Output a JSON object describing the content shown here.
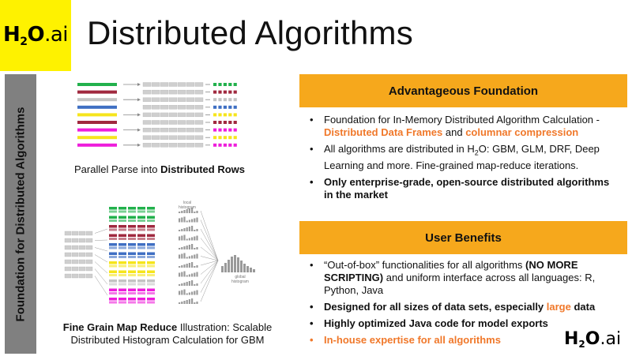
{
  "logo": {
    "h": "H",
    "sub": "2",
    "o": "O",
    "ai": ".ai"
  },
  "title": "Distributed Algorithms",
  "side_label": "Foundation for Distributed Algorithms",
  "parse_caption": {
    "plain": "Parallel Parse into ",
    "bold": "Distributed Rows"
  },
  "mapreduce": {
    "label_local": "local histogram",
    "label_global": "global histogram",
    "caption_bold": "Fine Grain Map Reduce",
    "caption_rest1": " Illustration: Scalable",
    "caption_line2": "Distributed Histogram Calculation for GBM"
  },
  "colors": {
    "green": "#22b14c",
    "maroon": "#a0293f",
    "gray": "#c3c3c3",
    "blue": "#3f6fc3",
    "yellow": "#f6e51c",
    "magenta": "#ee1ddb",
    "accent": "#f6a81c",
    "orange_text": "#f0782a"
  },
  "advantageous": {
    "header": "Advantageous Foundation",
    "b1_a": "Foundation for In-Memory Distributed Algorithm Calculation - ",
    "b1_o1": "Distributed Data Frames",
    "b1_b": " and ",
    "b1_o2": "columnar compression",
    "b2_a": "All algorithms are distributed in H",
    "b2_sub": "2",
    "b2_b": "O: GBM, GLM, DRF, Deep Learning and more.  Fine-grained map-reduce iterations.",
    "b3": "Only enterprise-grade, open-source distributed algorithms in the market"
  },
  "benefits": {
    "header": "User Benefits",
    "b1_a": "“Out-of-box” functionalities for all algorithms ",
    "b1_bold": "(NO MORE SCRIPTING)",
    "b1_b": " and uniform interface across all languages: R, Python, Java",
    "b2_a": "Designed for all sizes of data sets, especially ",
    "b2_o": "large",
    "b2_b": " data",
    "b3": "Highly optimized Java code for model exports",
    "b4": "In-house expertise for all algorithms"
  }
}
